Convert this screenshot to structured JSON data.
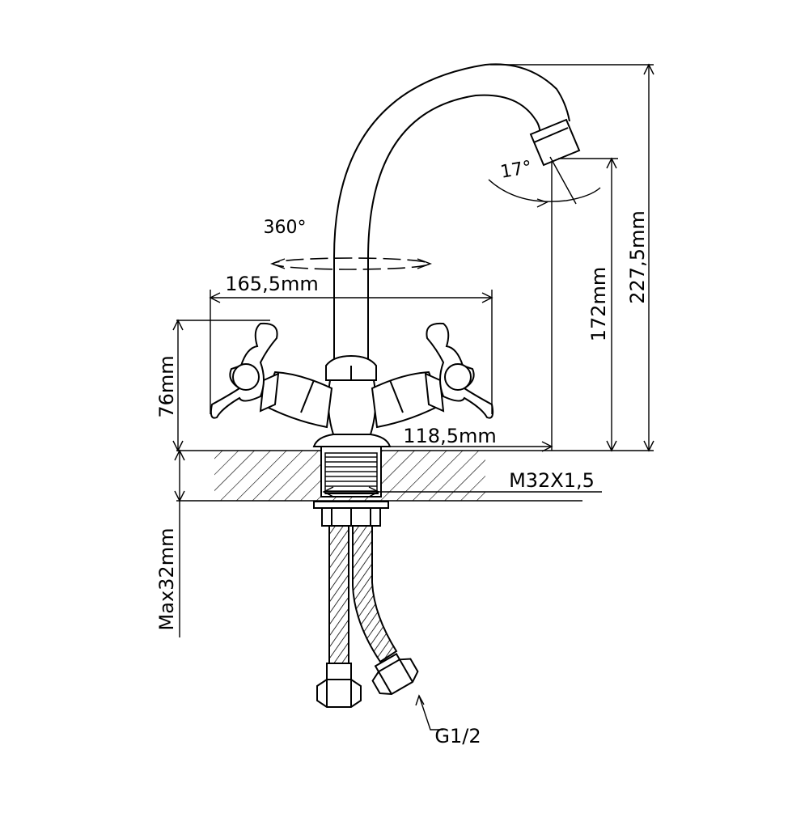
{
  "diagram": {
    "labels": {
      "rotation": "360°",
      "spout_tilt": "17°",
      "handle_span": "165,5mm",
      "reach": "118,5mm",
      "base_height": "76mm",
      "spout_outlet_height": "172mm",
      "total_height": "227,5mm",
      "thread": "M32X1,5",
      "max_counter_thickness": "Max32mm",
      "hose_connection": "G1/2"
    }
  }
}
